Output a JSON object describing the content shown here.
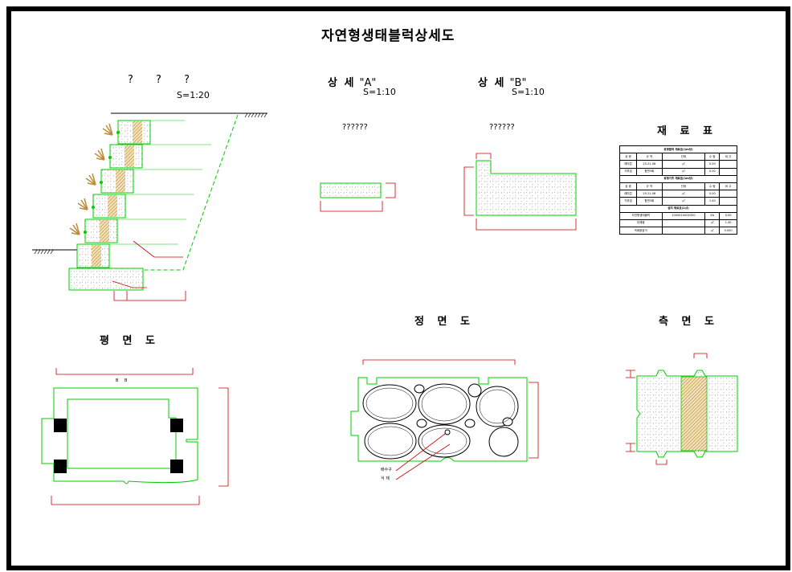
{
  "title": "자연형생태블럭상세도",
  "section_view": {
    "label": "? ? ?",
    "scale": "S=1:20"
  },
  "detail_a": {
    "label": "상 세",
    "mark": "\"A\"",
    "scale": "S=1:10",
    "note": "??????"
  },
  "detail_b": {
    "label": "상 세",
    "mark": "\"B\"",
    "scale": "S=1:10",
    "note": "??????"
  },
  "material_table": {
    "heading": "재 료 표",
    "section1": "유형블럭 재료표(1m당)",
    "section2": "유형기초 재료표(1m당)",
    "section3": "설치 재료표(1㎡)",
    "columns": [
      "공 종",
      "규 격",
      "단위",
      "수 량",
      "비 고"
    ],
    "rows1": [
      [
        "레미콘",
        "25-21-08",
        "㎥",
        "0.00",
        ""
      ],
      [
        "거푸집",
        "합판3회",
        "㎡",
        "0.00",
        ""
      ]
    ],
    "rows2": [
      [
        "레미콘",
        "25-21-08",
        "㎥",
        "0.00",
        ""
      ],
      [
        "거푸집",
        "합판3회",
        "㎡",
        "1.40",
        ""
      ]
    ],
    "rows3": [
      [
        "자연형생태블럭",
        "1000X1000X300",
        "EA",
        "0.00"
      ],
      [
        "뒤채움",
        "",
        "㎥",
        "1.40"
      ],
      [
        "속채움잡석",
        "",
        "㎥",
        "0.000"
      ]
    ]
  },
  "plan_view": {
    "heading": "평 면 도",
    "dim_label": "B B"
  },
  "front_view": {
    "heading": "정 면 도",
    "callout_1": "배수구",
    "callout_2": "식 재"
  },
  "side_view": {
    "heading": "측 면 도"
  },
  "colors": {
    "outline": "#00cc00",
    "dimension": "#cc0000",
    "frame": "#000000",
    "hatch": "#b5852a"
  }
}
